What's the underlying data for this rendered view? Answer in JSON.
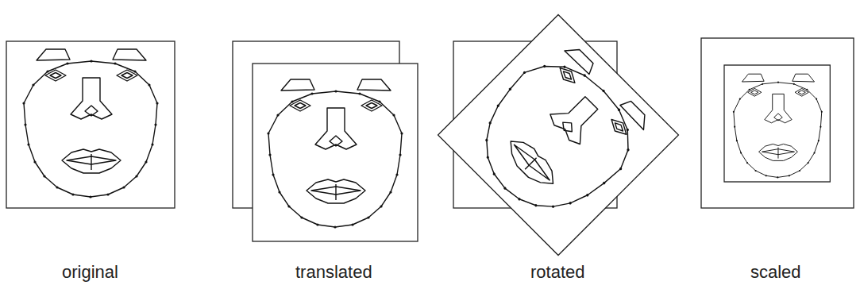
{
  "diagram": {
    "labels": [
      "original",
      "translated",
      "rotated",
      "scaled"
    ]
  }
}
